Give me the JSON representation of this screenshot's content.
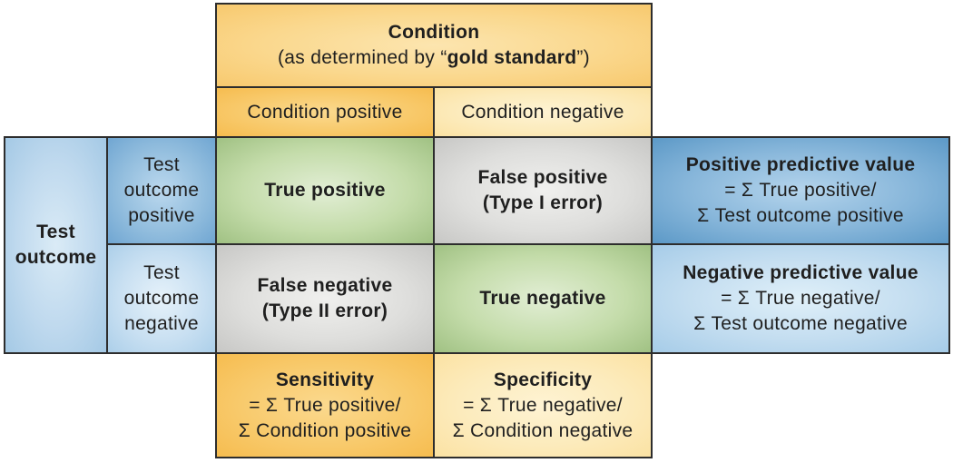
{
  "colors": {
    "border": "#2d2d2d",
    "text": "#1f1f1f",
    "orange_header": "#f8c96e",
    "orange_dark": "#f6bc4f",
    "yellow_light": "#fbe2a3",
    "blue_group": "#a4c9e5",
    "blue_dark": "#70a6d2",
    "blue_light": "#accfe9",
    "blue_ppv": "#5c99c7",
    "blue_npv": "#a6cce8",
    "green": "#a0c183",
    "gray": "#c7c7c5"
  },
  "header": {
    "title": "Condition",
    "subtitle_pre": "(as determined by “",
    "subtitle_bold": "gold standard",
    "subtitle_post": "”)",
    "col_positive": "Condition positive",
    "col_negative": "Condition negative"
  },
  "rows": {
    "group_line1": "Test",
    "group_line2": "outcome",
    "positive_line1": "Test",
    "positive_line2": "outcome",
    "positive_line3": "positive",
    "negative_line1": "Test",
    "negative_line2": "outcome",
    "negative_line3": "negative"
  },
  "cells": {
    "true_positive": "True positive",
    "false_positive_line1": "False positive",
    "false_positive_line2": "(Type I error)",
    "false_negative_line1": "False negative",
    "false_negative_line2": "(Type II error)",
    "true_negative": "True negative"
  },
  "formulas": {
    "ppv": {
      "title": "Positive predictive value",
      "line2": "= Σ True positive/",
      "line3": "Σ Test outcome positive"
    },
    "npv": {
      "title": "Negative predictive value",
      "line2": "= Σ True negative/",
      "line3": "Σ Test outcome negative"
    },
    "sensitivity": {
      "title": "Sensitivity",
      "line2": "= Σ True positive/",
      "line3": "Σ Condition positive"
    },
    "specificity": {
      "title": "Specificity",
      "line2": "= Σ True negative/",
      "line3": "Σ Condition negative"
    }
  }
}
